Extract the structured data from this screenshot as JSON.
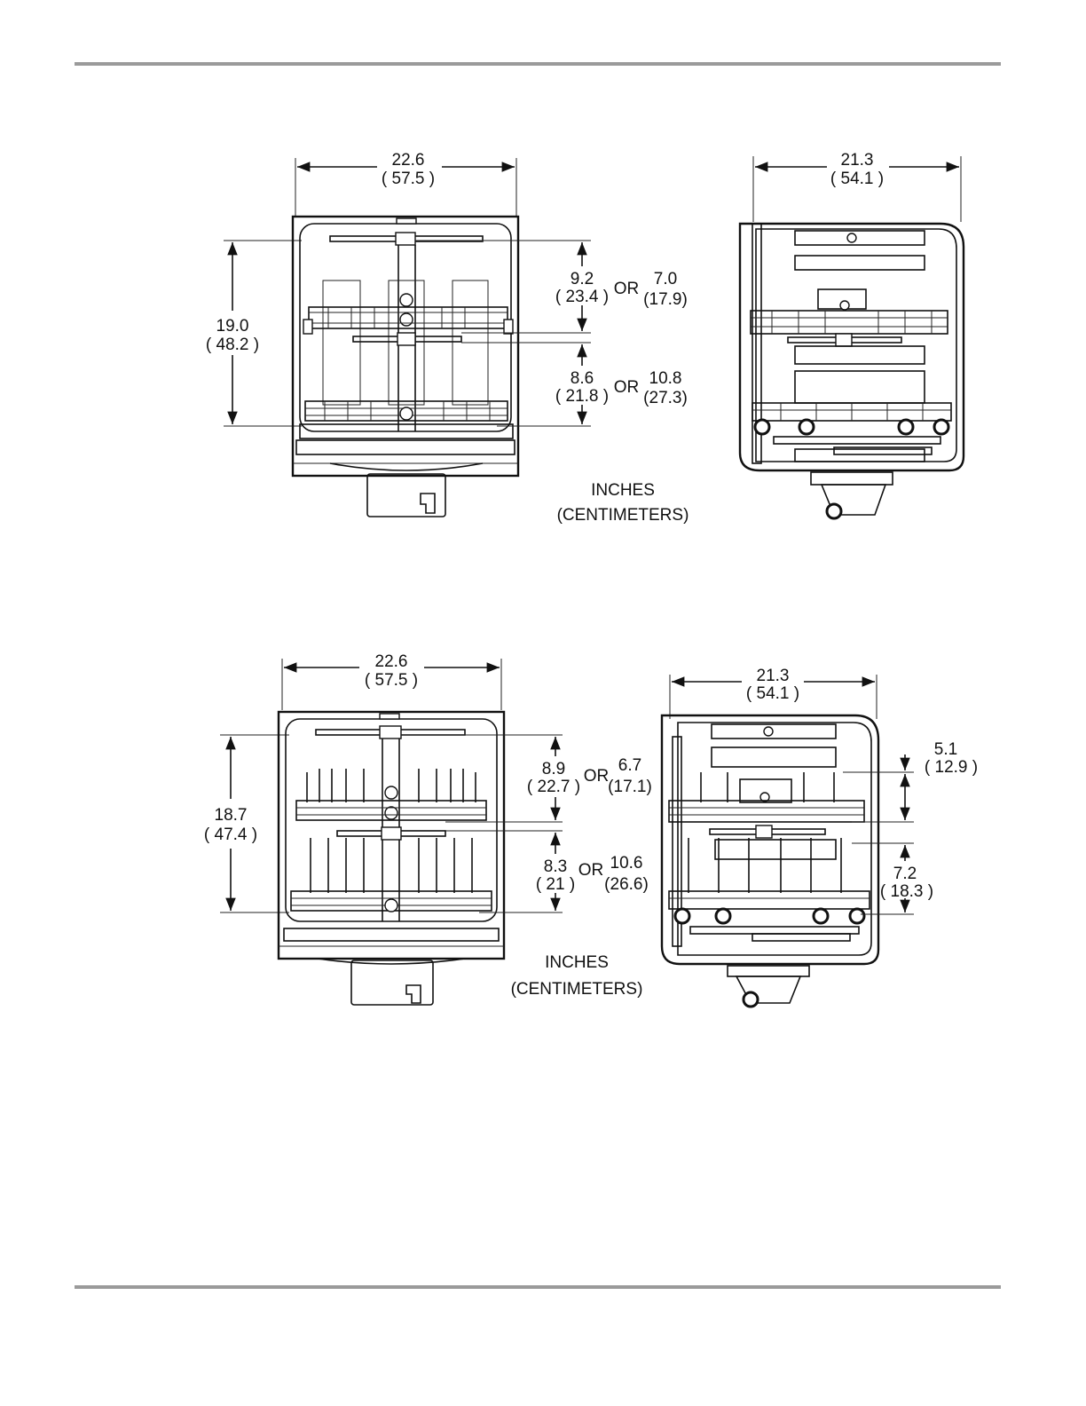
{
  "units": {
    "line1": "INCHES",
    "line2": "(CENTIMETERS)"
  },
  "connector": "OR",
  "diagrams": {
    "top_front": {
      "width_in": "22.6",
      "width_cm": "( 57.5 )",
      "height_in": "19.0",
      "height_cm": "( 48.2 )",
      "upper_a_in": "9.2",
      "upper_a_cm": "( 23.4 )",
      "upper_b_in": "7.0",
      "upper_b_cm": "(17.9)",
      "lower_a_in": "8.6",
      "lower_a_cm": "( 21.8 )",
      "lower_b_in": "10.8",
      "lower_b_cm": "(27.3)"
    },
    "top_side": {
      "width_in": "21.3",
      "width_cm": "( 54.1 )"
    },
    "bottom_front": {
      "width_in": "22.6",
      "width_cm": "( 57.5 )",
      "height_in": "18.7",
      "height_cm": "( 47.4 )",
      "upper_a_in": "8.9",
      "upper_a_cm": "( 22.7 )",
      "upper_b_in": "6.7",
      "upper_b_cm": "(17.1)",
      "lower_a_in": "8.3",
      "lower_a_cm": "( 21 )",
      "lower_b_in": "10.6",
      "lower_b_cm": "(26.6)"
    },
    "bottom_side": {
      "width_in": "21.3",
      "width_cm": "( 54.1 )",
      "upper_in": "5.1",
      "upper_cm": "( 12.9 )",
      "lower_in": "7.2",
      "lower_cm": "( 18.3 )"
    }
  }
}
